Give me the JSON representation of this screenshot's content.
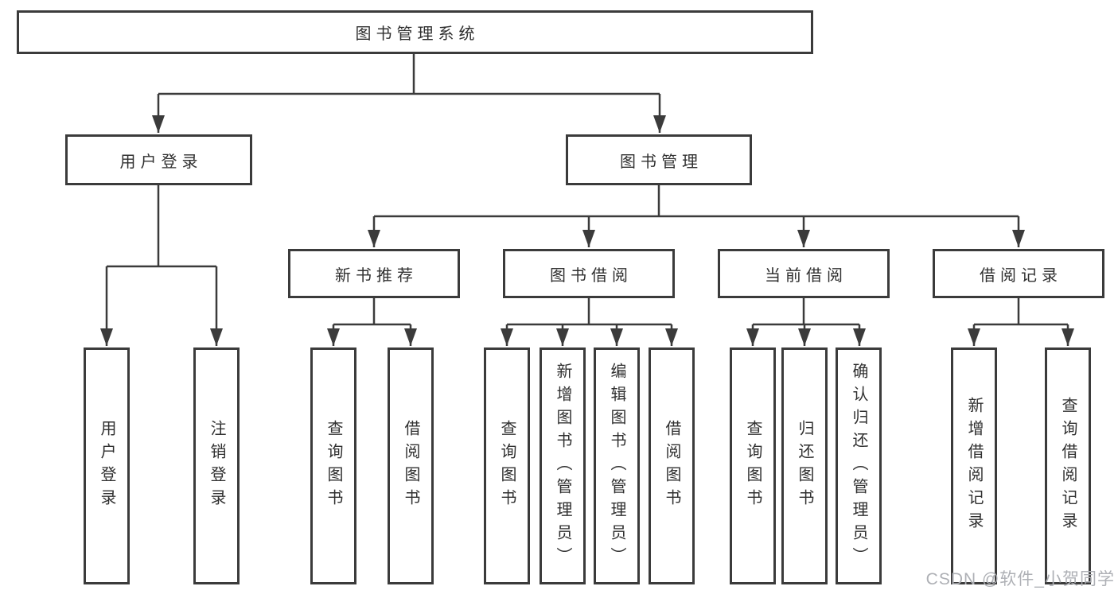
{
  "diagram": {
    "root": {
      "label": "图书管理系统"
    },
    "branches": [
      {
        "label": "用户登录",
        "children": [
          {
            "label": "用户登录"
          },
          {
            "label": "注销登录"
          }
        ]
      },
      {
        "label": "图书管理",
        "children": [
          {
            "label": "新书推荐",
            "children": [
              {
                "label": "查询图书"
              },
              {
                "label": "借阅图书"
              }
            ]
          },
          {
            "label": "图书借阅",
            "children": [
              {
                "label": "查询图书"
              },
              {
                "label": "新增图书（管理员）"
              },
              {
                "label": "编辑图书（管理员）"
              },
              {
                "label": "借阅图书"
              }
            ]
          },
          {
            "label": "当前借阅",
            "children": [
              {
                "label": "查询图书"
              },
              {
                "label": "归还图书"
              },
              {
                "label": "确认归还（管理员）"
              }
            ]
          },
          {
            "label": "借阅记录",
            "children": [
              {
                "label": "新增借阅记录"
              },
              {
                "label": "查询借阅记录"
              }
            ]
          }
        ]
      }
    ]
  },
  "watermark": {
    "text": "CSDN @软件_小贺同学"
  },
  "colors": {
    "line": "#3b3b3b",
    "text": "#303030",
    "watermark": "#aeb0b5",
    "background": "#ffffff"
  }
}
